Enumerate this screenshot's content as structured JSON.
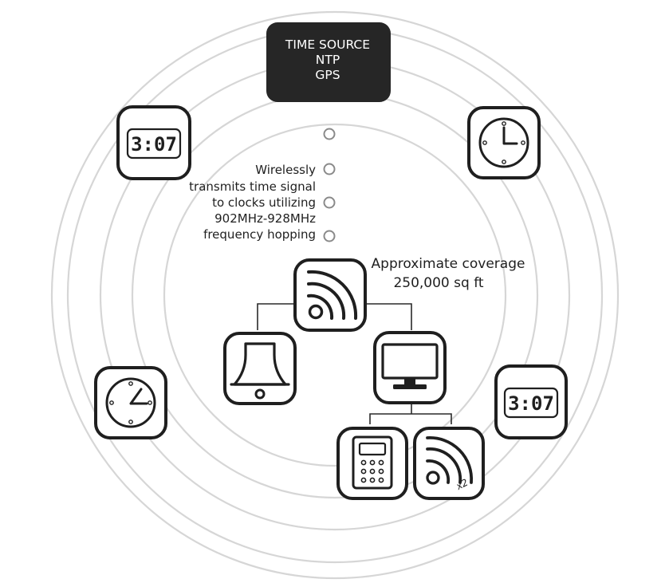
{
  "time_source": {
    "lines": [
      "TIME SOURCE",
      "NTP",
      "GPS"
    ]
  },
  "description": {
    "lines": [
      "Wirelessly",
      "transmits time signal",
      "to clocks utilizing",
      "902MHz-928MHz",
      "frequency hopping"
    ]
  },
  "coverage": {
    "lines": [
      "Approximate coverage",
      "250,000 sq ft"
    ]
  },
  "digital_clock_display": "3:07",
  "repeater_multiplier": "x2",
  "icons": [
    "digital-clock-icon",
    "analog-clock-icon",
    "wifi-transmitter-icon",
    "bell-icon",
    "computer-monitor-icon",
    "keypad-icon",
    "wifi-repeater-icon"
  ],
  "colors": {
    "source_box": "#262626",
    "rings": "#d6d6d6",
    "outline": "#1f1f1f"
  }
}
